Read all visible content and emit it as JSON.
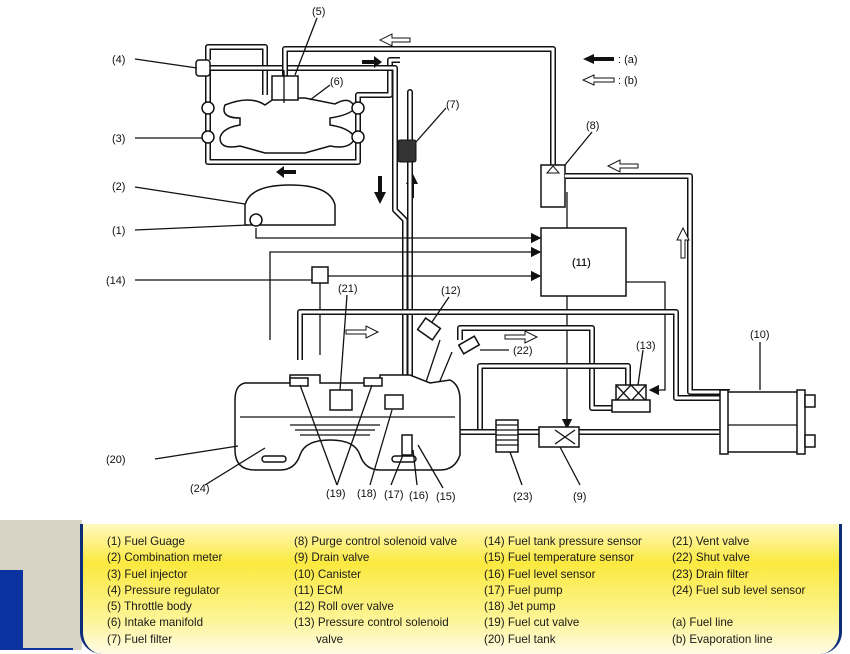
{
  "diagram": {
    "title": "Fuel and evaporative emission system diagram",
    "callouts": [
      "(1)",
      "(2)",
      "(3)",
      "(4)",
      "(5)",
      "(6)",
      "(7)",
      "(8)",
      "(9)",
      "(10)",
      "(11)",
      "(12)",
      "(13)",
      "(14)",
      "(15)",
      "(16)",
      "(17)",
      "(18)",
      "(19)",
      "(20)",
      "(21)",
      "(22)",
      "(23)",
      "(24)"
    ],
    "flow_key": [
      {
        "arrow": "solid-arrow-icon",
        "label": ": (a)"
      },
      {
        "arrow": "hollow-arrow-icon",
        "label": ": (b)"
      }
    ],
    "ecm_label": "(11)"
  },
  "legend": {
    "columns": [
      [
        "(1) Fuel Guage",
        "(2) Combination meter",
        "(3) Fuel injector",
        "(4) Pressure regulator",
        "(5) Throttle body",
        "(6) Intake manifold",
        "(7) Fuel filter"
      ],
      [
        "(8) Purge control solenoid valve",
        "(9) Drain valve",
        "(10) Canister",
        "(11) ECM",
        "(12) Roll over valve",
        "(13) Pressure control solenoid",
        "valve"
      ],
      [
        "(14) Fuel tank pressure sensor",
        "(15) Fuel temperature sensor",
        "(16) Fuel level sensor",
        "(17) Fuel pump",
        "(18) Jet pump",
        "(19) Fuel cut valve",
        "(20) Fuel tank"
      ],
      [
        "(21) Vent valve",
        "(22) Shut valve",
        "(23) Drain filter",
        "(24) Fuel sub level sensor",
        "",
        "(a) Fuel line",
        "(b) Evaporation line"
      ]
    ]
  }
}
